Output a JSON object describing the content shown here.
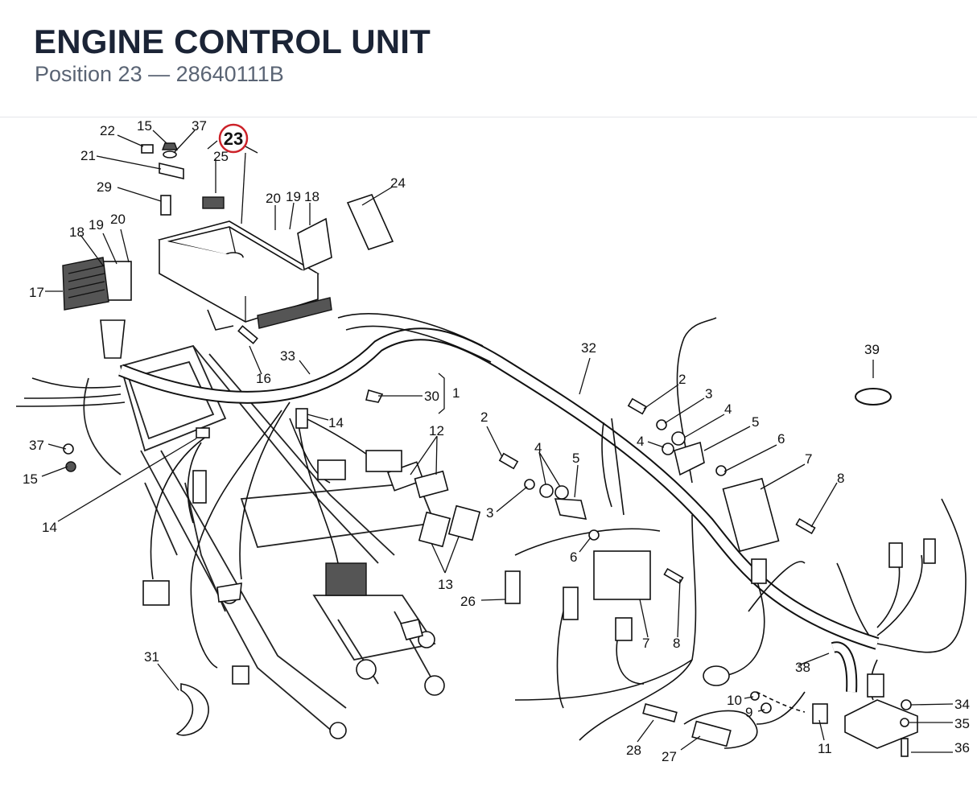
{
  "header": {
    "title": "ENGINE CONTROL UNIT",
    "subtitle": "Position 23 — 28640111B"
  },
  "diagram": {
    "highlight": {
      "label": "23",
      "color": "#cc2229"
    },
    "callouts": [
      "22",
      "15",
      "37",
      "21",
      "29",
      "25",
      "24",
      "20",
      "19",
      "18",
      "18",
      "19",
      "20",
      "17",
      "16",
      "33",
      "30",
      "1",
      "32",
      "39",
      "2",
      "3",
      "4",
      "5",
      "4",
      "6",
      "7",
      "8",
      "2",
      "4",
      "5",
      "3",
      "6",
      "12",
      "12",
      "13",
      "14",
      "14",
      "37",
      "15",
      "26",
      "7",
      "8",
      "31",
      "38",
      "10",
      "9",
      "11",
      "28",
      "27",
      "34",
      "35",
      "36"
    ]
  }
}
